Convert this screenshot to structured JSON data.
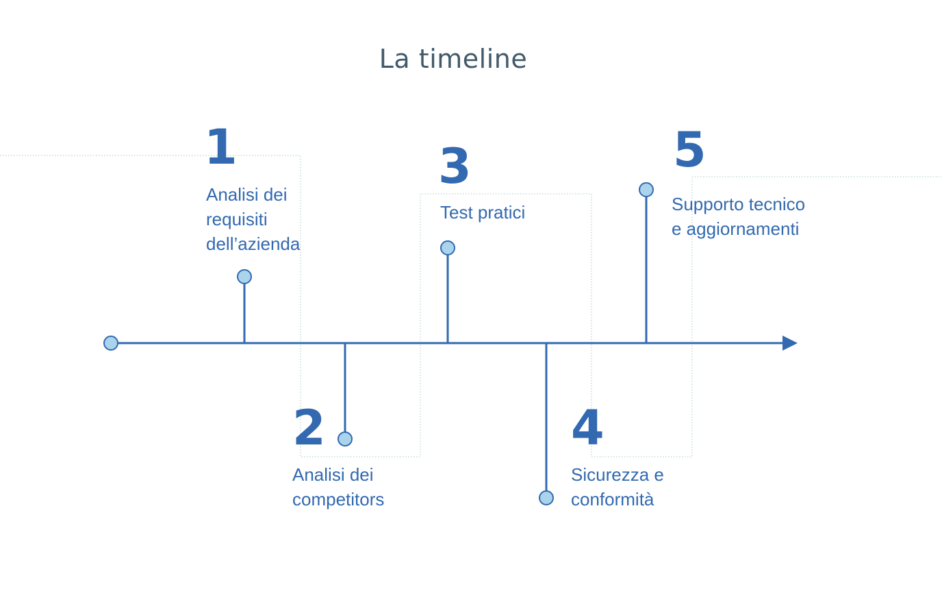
{
  "title": "La timeline",
  "colors": {
    "line": "#3269b0",
    "marker_fill": "#a9d4eb",
    "guide": "#a8c9cf"
  },
  "steps": [
    {
      "number": "1",
      "label": "Analisi dei\nrequisiti\ndell’azienda"
    },
    {
      "number": "2",
      "label": "Analisi dei\ncompetitors"
    },
    {
      "number": "3",
      "label": "Test pratici"
    },
    {
      "number": "4",
      "label": "Sicurezza e\nconformità"
    },
    {
      "number": "5",
      "label": "Supporto tecnico\ne aggiornamenti"
    }
  ]
}
